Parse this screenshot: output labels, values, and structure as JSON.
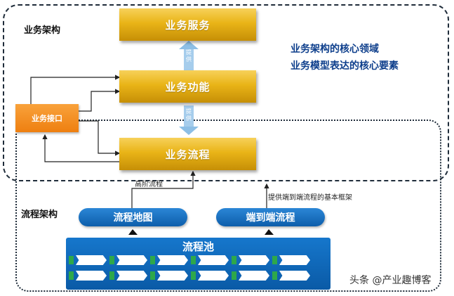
{
  "regions": {
    "business_arch": "业务架构",
    "process_arch": "流程架构"
  },
  "boxes": {
    "business_service": "业务服务",
    "business_function": "业务功能",
    "business_process": "业务流程",
    "business_interface": "业务接口"
  },
  "arrows": {
    "provide_top": "提供",
    "provide_mid": "提供"
  },
  "side_text": {
    "line1": "业务架构的核心领域",
    "line2": "业务模型表达的核心要素"
  },
  "annotations": {
    "high_level_process": "高阶流程",
    "e2e_framework": "提供端到端流程的基本框架"
  },
  "pills": {
    "process_map": "流程地图",
    "end_to_end": "端到端流程"
  },
  "pool": {
    "title": "流程池"
  },
  "watermark": "头条 @产业趣博客",
  "colors": {
    "gold": "#e9b417",
    "orange": "#ee7f10",
    "blue": "#0d5eab",
    "green": "#2ea84a"
  }
}
